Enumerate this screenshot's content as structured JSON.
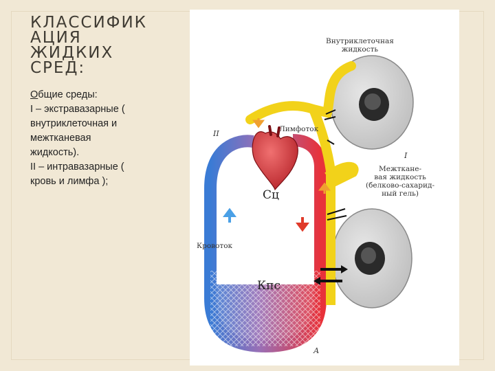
{
  "slide": {
    "title_lines": [
      "КЛАССИФИК",
      "АЦИЯ",
      "ЖИДКИХ",
      "СРЕД:"
    ],
    "body_lines": [
      "Общие среды:",
      "I – экстравазарные (",
      "внутриклеточная и",
      "межтканевая",
      "жидкость).",
      "II – интравазарные (",
      "кровь и лимфа );"
    ]
  },
  "figure": {
    "labels": {
      "intracellular": [
        "Внутриклеточная",
        "жидкость"
      ],
      "lymph_flow": "Лимфоток",
      "interstitial": [
        "Межткане-",
        "вая жидкость",
        "(белково-сахарид-",
        "ный гель)"
      ],
      "heart": "Сц",
      "blood_flow": "Кровоток",
      "capillaries": "Кпс",
      "marker_two": "II",
      "marker_one": "I",
      "marker_a": "А"
    },
    "colors": {
      "arterial": "#e8323a",
      "venous": "#3a7bd5",
      "lymph": "#f2d21a",
      "cell": "#cfcfcf",
      "nucleus": "#2a2a2a",
      "heart": "#d3353a"
    }
  }
}
